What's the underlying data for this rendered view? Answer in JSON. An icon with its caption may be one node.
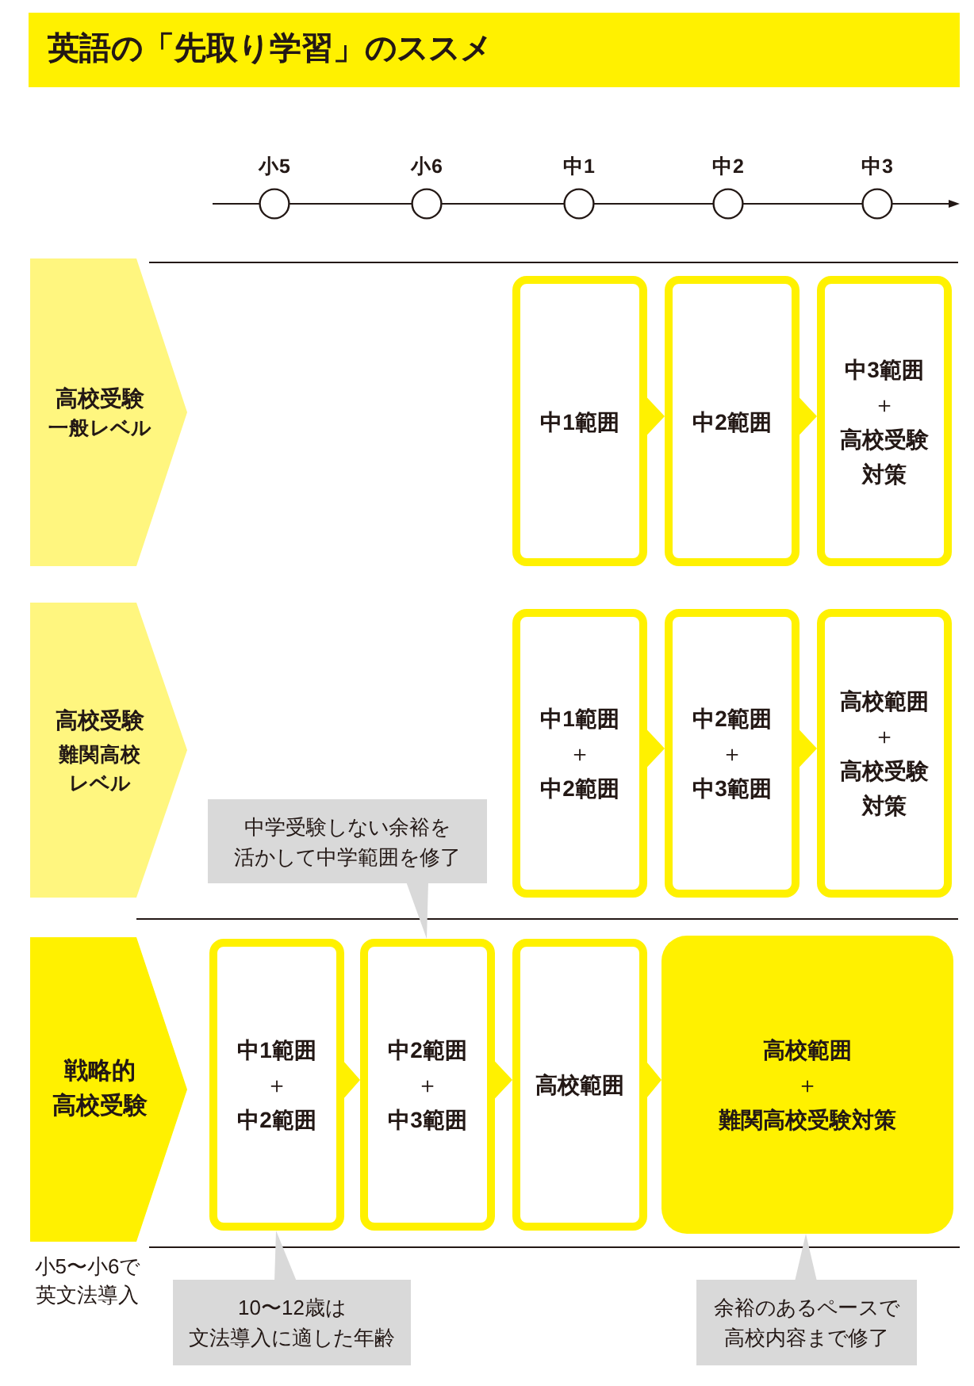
{
  "diagram": {
    "title": "英語の「先取り学習」のススメ",
    "nodes": [
      {
        "text": [
          "高校受験",
          "一般レベル"
        ]
      },
      {
        "text": [
          "中1範囲"
        ]
      },
      {
        "text": [
          "中2範囲"
        ]
      },
      {
        "text": [
          "中3範囲",
          "＋",
          "高校受験対策"
        ]
      },
      {
        "text": [
          "高校受験",
          "難関高校レベル"
        ]
      },
      {
        "text": [
          "中1範囲",
          "＋",
          "中2範囲"
        ]
      },
      {
        "text": [
          "中2範囲",
          "＋",
          "中3範囲"
        ]
      },
      {
        "text": [
          "高校範囲",
          "＋",
          "高校受験対策"
        ]
      },
      {
        "text": [
          "中学受験しない余裕を活かして中学範囲を修了"
        ]
      },
      {
        "text": [
          "戦略的",
          "高校受験"
        ],
        "beside": [
          "小5〜小6で英文法導入"
        ]
      },
      {
        "text": [
          "中1範囲",
          "＋",
          "中2範囲"
        ]
      },
      {
        "text": [
          "中2範囲",
          "＋",
          "中3範囲"
        ]
      },
      {
        "text": [
          "高校範囲"
        ]
      },
      {
        "text": [
          "高校範囲",
          "＋",
          "難関高校受験対策"
        ]
      },
      {
        "text": [
          "10〜12歳は文法導入に適した年齢"
        ]
      },
      {
        "text": [
          "余裕のあるペースで高校内容まで修了"
        ]
      }
    ],
    "edges": [
      {
        "from": 1,
        "to": 2,
        "arrow": "to"
      },
      {
        "from": 2,
        "to": 3,
        "arrow": "to"
      },
      {
        "from": 5,
        "to": 6,
        "arrow": "to"
      },
      {
        "from": 6,
        "to": 7,
        "arrow": "to"
      },
      {
        "from": 8,
        "to": 11,
        "arrow": "none",
        "color": "#d9d9d9"
      },
      {
        "from": 10,
        "to": 11,
        "arrow": "to"
      },
      {
        "from": 11,
        "to": 12,
        "arrow": "to"
      },
      {
        "from": 12,
        "to": 13,
        "arrow": "to"
      },
      {
        "from": 14,
        "to": 10,
        "arrow": "none",
        "color": "#d9d9d9"
      },
      {
        "from": 15,
        "to": 13,
        "arrow": "none",
        "color": "#d9d9d9"
      }
    ],
    "labels": [
      "小5",
      "小6",
      "中1",
      "中2",
      "中3"
    ]
  }
}
